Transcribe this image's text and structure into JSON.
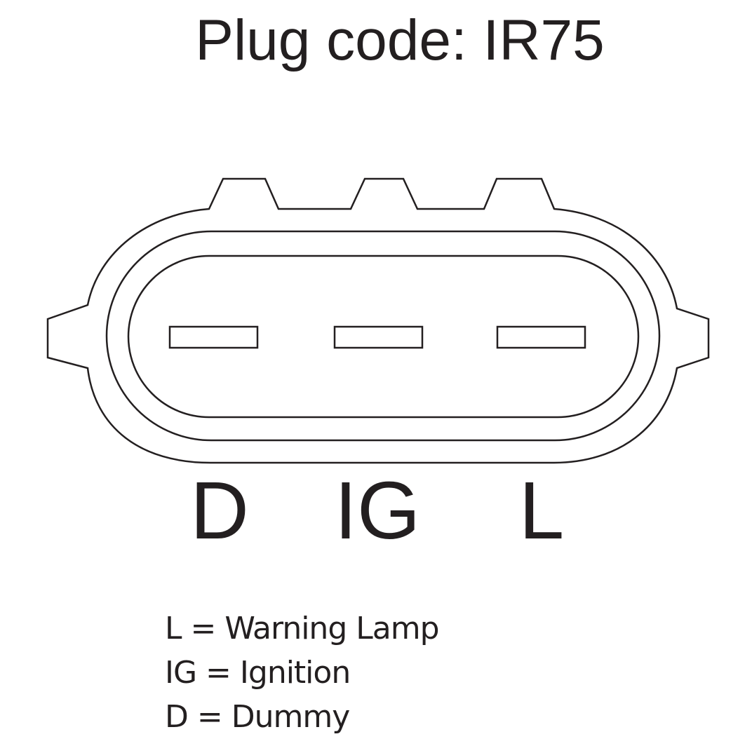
{
  "title": "Plug code: IR75",
  "pins": [
    {
      "label": "D"
    },
    {
      "label": "IG"
    },
    {
      "label": "L"
    }
  ],
  "legend": [
    "L = Warning Lamp",
    "IG = Ignition",
    "D = Dummy"
  ],
  "colors": {
    "stroke": "#231f20",
    "background": "#ffffff"
  }
}
